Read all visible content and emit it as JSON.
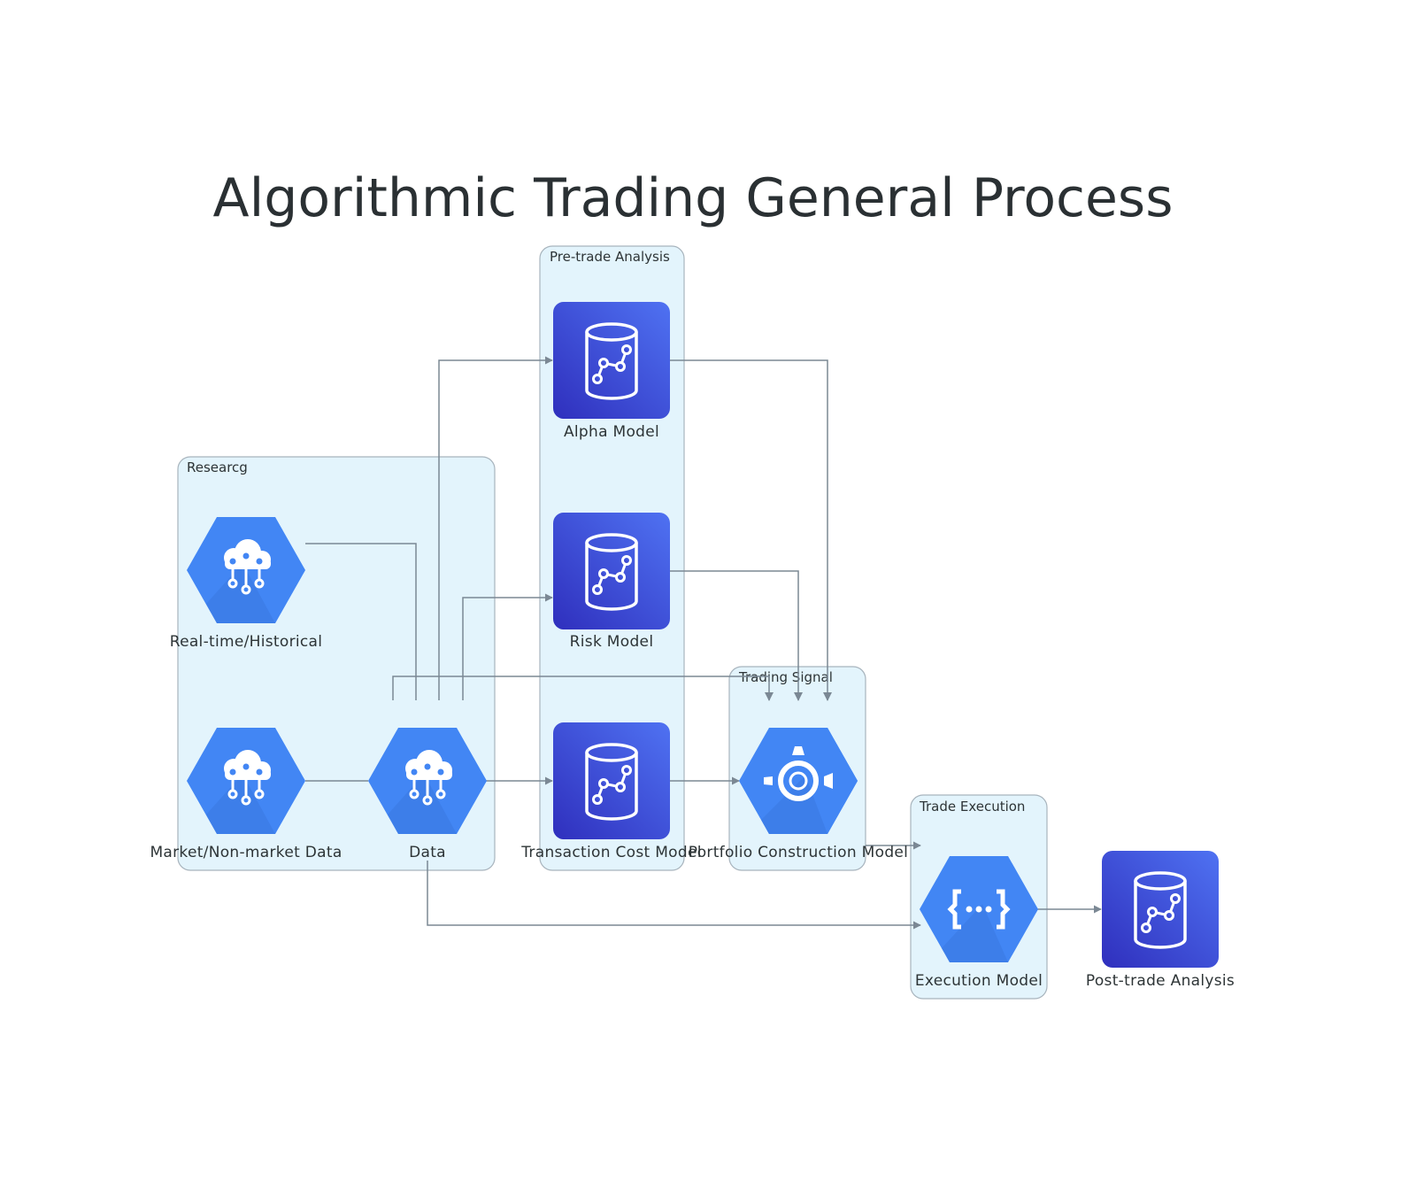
{
  "title": "Algorithmic Trading General Process",
  "clusters": {
    "research": "Researcg",
    "pretrade": "Pre-trade Analysis",
    "signal": "Trading Signal",
    "execution": "Trade Execution"
  },
  "nodes": {
    "realtime": {
      "label": "Real-time/Historical",
      "icon": "cloud-iot-icon"
    },
    "market": {
      "label": "Market/Non-market Data",
      "icon": "cloud-iot-icon"
    },
    "data": {
      "label": "Data",
      "icon": "cloud-iot-icon"
    },
    "alpha": {
      "label": "Alpha Model",
      "icon": "analytics-database-icon"
    },
    "risk": {
      "label": "Risk Model",
      "icon": "analytics-database-icon"
    },
    "transaction": {
      "label": "Transaction Cost Model",
      "icon": "analytics-database-icon"
    },
    "portfolio": {
      "label": "Portfolio Construction Model",
      "icon": "api-gateway-icon"
    },
    "execution": {
      "label": "Execution Model",
      "icon": "functions-icon"
    },
    "posttrade": {
      "label": "Post-trade Analysis",
      "icon": "analytics-database-icon"
    }
  },
  "edges": [
    [
      "market",
      "data"
    ],
    [
      "realtime",
      "data"
    ],
    [
      "data",
      "alpha"
    ],
    [
      "data",
      "risk"
    ],
    [
      "data",
      "transaction"
    ],
    [
      "data",
      "portfolio"
    ],
    [
      "alpha",
      "portfolio"
    ],
    [
      "risk",
      "portfolio"
    ],
    [
      "transaction",
      "portfolio"
    ],
    [
      "portfolio",
      "execution"
    ],
    [
      "data",
      "execution"
    ],
    [
      "execution",
      "posttrade"
    ]
  ],
  "colors": {
    "cluster_fill": "#e3f4fc",
    "cluster_border": "#a8b4bd",
    "edge": "#7b8894",
    "hex_blue": "#4286f4",
    "db_dark": "#3232c0",
    "db_light": "#4d6ef0"
  }
}
